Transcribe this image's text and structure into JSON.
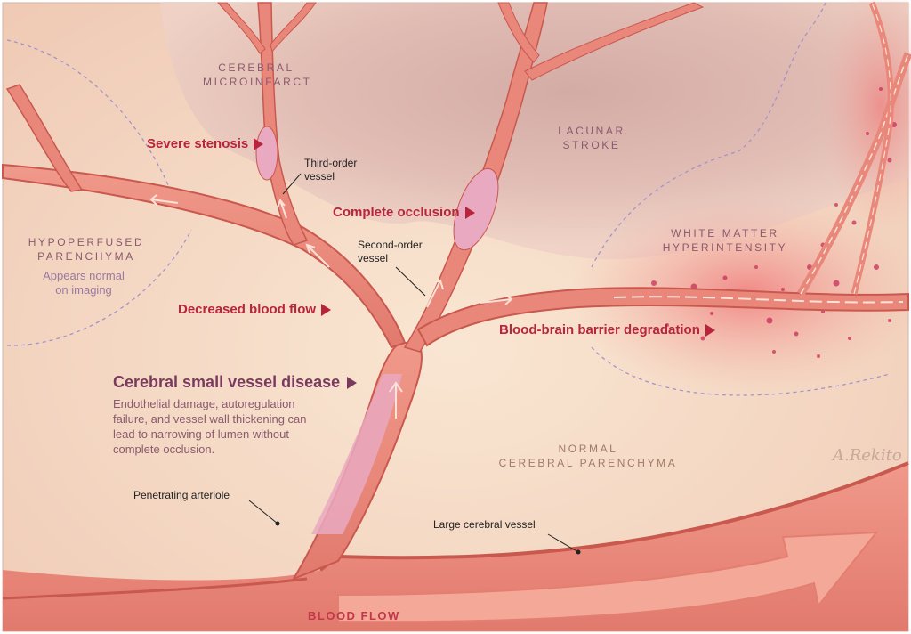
{
  "labels": {
    "cerebral_microinfarct_1": "CEREBRAL",
    "cerebral_microinfarct_2": "MICROINFARCT",
    "lacunar_stroke_1": "LACUNAR",
    "lacunar_stroke_2": "STROKE",
    "hypoperfused_1": "HYPOPERFUSED",
    "hypoperfused_2": "PARENCHYMA",
    "hypoperfused_note_1": "Appears normal",
    "hypoperfused_note_2": "on imaging",
    "wmh_1": "WHITE MATTER",
    "wmh_2": "HYPERINTENSITY",
    "normal_1": "NORMAL",
    "normal_2": "CEREBRAL PARENCHYMA",
    "severe_stenosis": "Severe stenosis",
    "complete_occlusion": "Complete occlusion",
    "decreased_blood_flow": "Decreased blood flow",
    "bbb_degradation": "Blood-brain barrier degradation",
    "csvd_title": "Cerebral small vessel disease",
    "csvd_desc": "Endothelial damage, autoregulation failure, and vessel wall thickening can lead to narrowing of lumen without complete occlusion.",
    "third_order_1": "Third-order",
    "third_order_2": "vessel",
    "second_order_1": "Second-order",
    "second_order_2": "vessel",
    "penetrating_arteriole": "Penetrating arteriole",
    "large_cerebral_vessel": "Large cerebral vessel",
    "blood_flow": "BLOOD FLOW",
    "signature": "A.Rekito"
  },
  "colors": {
    "parenchyma": "#f6dcc4",
    "vessel": "#e9877a",
    "vessel_dark": "#c9584e",
    "accent_red": "#b8243b",
    "purple": "#7a3a5e",
    "stenosis_pink": "#e9a9c0"
  }
}
